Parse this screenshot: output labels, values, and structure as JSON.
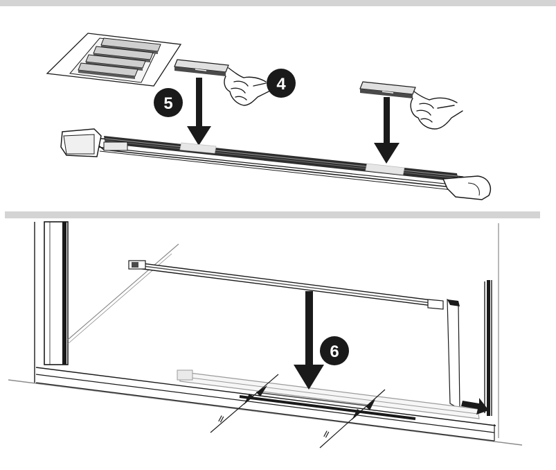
{
  "colors": {
    "band": "#d4d4d4",
    "line": "#1a1a1a",
    "rail": "#4a4a4a",
    "rail_fill": "#2e2e2e",
    "pad": "#e6e6e6",
    "pad_slot": "#bdbdbd",
    "badge": "#1a1a1a",
    "floor": "#8a8a8a"
  },
  "steps": {
    "step4": "4",
    "step5": "5",
    "step6": "6"
  },
  "marks": {
    "equal_left": "=",
    "equal_right": "="
  }
}
